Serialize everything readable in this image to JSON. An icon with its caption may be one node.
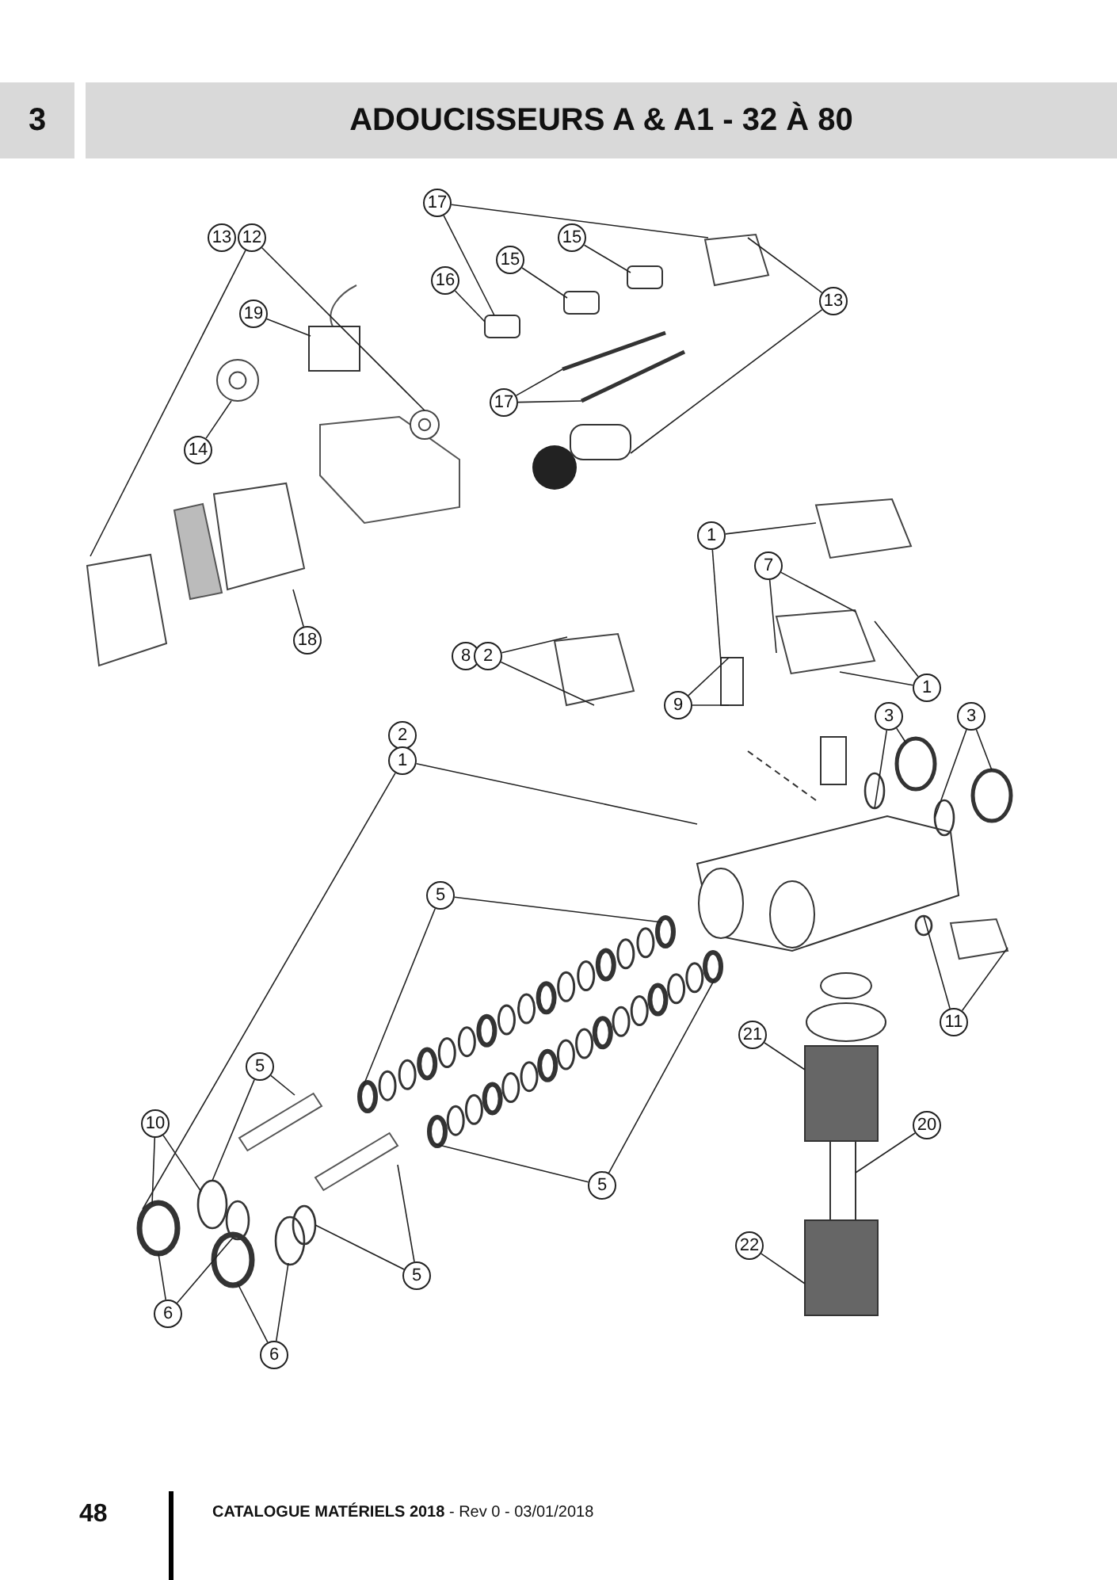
{
  "diagram": {
    "title": "ADOUCISSEURS A & A1 - 32 À 80",
    "nodes": [
      {
        "text": [
          "17"
        ]
      },
      {
        "text": [
          "13"
        ]
      },
      {
        "text": [
          "12"
        ]
      },
      {
        "text": [
          "15"
        ]
      },
      {
        "text": [
          "15"
        ]
      },
      {
        "text": [
          "16"
        ]
      },
      {
        "text": [
          "19"
        ]
      },
      {
        "text": [
          "13"
        ]
      },
      {
        "text": [
          "17"
        ]
      },
      {
        "text": [
          "14"
        ]
      },
      {
        "text": [
          "18"
        ]
      },
      {
        "text": [
          "1"
        ]
      },
      {
        "text": [
          "7"
        ]
      },
      {
        "text": [
          "8"
        ]
      },
      {
        "text": [
          "2"
        ]
      },
      {
        "text": [
          "1"
        ]
      },
      {
        "text": [
          "9"
        ]
      },
      {
        "text": [
          "2"
        ]
      },
      {
        "text": [
          "1"
        ]
      },
      {
        "text": [
          "3"
        ]
      },
      {
        "text": [
          "3"
        ]
      },
      {
        "text": [
          "5"
        ]
      },
      {
        "text": [
          "11"
        ]
      },
      {
        "text": [
          "21"
        ]
      },
      {
        "text": [
          "5"
        ]
      },
      {
        "text": [
          "10"
        ]
      },
      {
        "text": [
          "20"
        ]
      },
      {
        "text": [
          "5"
        ]
      },
      {
        "text": [
          "22"
        ]
      },
      {
        "text": [
          "5"
        ]
      },
      {
        "text": [
          "6"
        ]
      },
      {
        "text": [
          "6"
        ]
      },
      {
        "text": [],
        "shape": "picture"
      },
      {
        "text": [],
        "shape": "box"
      },
      {
        "text": [],
        "shape": "picture"
      },
      {
        "text": [],
        "shape": "picture"
      },
      {
        "text": [],
        "shape": "picture"
      },
      {
        "text": [],
        "shape": "box"
      },
      {
        "text": [],
        "shape": "box"
      },
      {
        "text": [],
        "shape": "box"
      },
      {
        "text": [],
        "shape": "picture"
      },
      {
        "text": [],
        "shape": "picture"
      },
      {
        "text": [],
        "shape": "picture"
      },
      {
        "text": [],
        "shape": "picture"
      },
      {
        "text": [],
        "shape": "picture"
      },
      {
        "text": [],
        "shape": "picture"
      },
      {
        "text": [],
        "shape": "picture"
      },
      {
        "text": [],
        "shape": "box"
      },
      {
        "text": [],
        "shape": "picture"
      },
      {
        "text": [],
        "shape": "circle"
      },
      {
        "text": [],
        "shape": "circle"
      },
      {
        "text": [],
        "shape": "circle"
      },
      {
        "text": [],
        "shape": "circle"
      },
      {
        "text": [],
        "shape": "circle"
      },
      {
        "text": [],
        "shape": "picture"
      },
      {
        "text": [],
        "shape": "circle"
      },
      {
        "text": [],
        "shape": "circle"
      },
      {
        "text": [],
        "shape": "circle"
      },
      {
        "text": [],
        "shape": "circle"
      },
      {
        "text": [],
        "shape": "picture"
      },
      {
        "text": [],
        "shape": "picture"
      },
      {
        "text": [],
        "shape": "box"
      },
      {
        "text": [],
        "shape": "box"
      },
      {
        "text": [],
        "shape": "box"
      },
      {
        "text": [],
        "shape": "circle"
      },
      {
        "text": [],
        "shape": "circle"
      },
      {
        "text": [],
        "shape": "circle"
      },
      {
        "text": [],
        "shape": "circle"
      },
      {
        "text": [],
        "shape": "circle"
      },
      {
        "text": [],
        "shape": "circle"
      }
    ],
    "edges": [
      {
        "from": 0,
        "to": 37,
        "arrow": "none"
      },
      {
        "from": 0,
        "to": 40,
        "arrow": "none"
      },
      {
        "from": 2,
        "to": 32,
        "arrow": "none"
      },
      {
        "from": 2,
        "to": 35,
        "arrow": "none"
      },
      {
        "from": 3,
        "to": 39,
        "arrow": "none"
      },
      {
        "from": 4,
        "to": 38,
        "arrow": "none"
      },
      {
        "from": 5,
        "to": 37,
        "arrow": "none"
      },
      {
        "from": 6,
        "to": 33,
        "arrow": "none"
      },
      {
        "from": 7,
        "to": 40,
        "arrow": "none"
      },
      {
        "from": 7,
        "to": 43,
        "arrow": "none"
      },
      {
        "from": 8,
        "to": 41,
        "arrow": "none"
      },
      {
        "from": 8,
        "to": 42,
        "arrow": "none"
      },
      {
        "from": 9,
        "to": 34,
        "arrow": "none"
      },
      {
        "from": 10,
        "to": 36,
        "arrow": "none"
      },
      {
        "from": 11,
        "to": 44,
        "arrow": "none"
      },
      {
        "from": 11,
        "to": 47,
        "arrow": "none"
      },
      {
        "from": 12,
        "to": 45,
        "arrow": "none"
      },
      {
        "from": 12,
        "to": 45,
        "arrow": "none"
      },
      {
        "from": 14,
        "to": 46,
        "arrow": "none"
      },
      {
        "from": 14,
        "to": 46,
        "arrow": "none"
      },
      {
        "from": 15,
        "to": 45,
        "arrow": "none"
      },
      {
        "from": 15,
        "to": 45,
        "arrow": "none"
      },
      {
        "from": 16,
        "to": 47,
        "arrow": "none"
      },
      {
        "from": 16,
        "to": 47,
        "arrow": "none"
      },
      {
        "from": 18,
        "to": 48,
        "arrow": "none"
      },
      {
        "from": 18,
        "to": 68,
        "arrow": "none"
      },
      {
        "from": 19,
        "to": 49,
        "arrow": "none"
      },
      {
        "from": 19,
        "to": 50,
        "arrow": "none"
      },
      {
        "from": 20,
        "to": 51,
        "arrow": "none"
      },
      {
        "from": 20,
        "to": 52,
        "arrow": "none"
      },
      {
        "from": 21,
        "to": 55,
        "arrow": "none"
      },
      {
        "from": 21,
        "to": 57,
        "arrow": "none"
      },
      {
        "from": 22,
        "to": 53,
        "arrow": "none"
      },
      {
        "from": 22,
        "to": 54,
        "arrow": "none"
      },
      {
        "from": 23,
        "to": 61,
        "arrow": "none"
      },
      {
        "from": 24,
        "to": 64,
        "arrow": "none"
      },
      {
        "from": 24,
        "to": 59,
        "arrow": "none"
      },
      {
        "from": 25,
        "to": 68,
        "arrow": "none"
      },
      {
        "from": 25,
        "to": 64,
        "arrow": "none"
      },
      {
        "from": 26,
        "to": 62,
        "arrow": "none"
      },
      {
        "from": 27,
        "to": 56,
        "arrow": "none"
      },
      {
        "from": 27,
        "to": 58,
        "arrow": "none"
      },
      {
        "from": 28,
        "to": 63,
        "arrow": "none"
      },
      {
        "from": 29,
        "to": 67,
        "arrow": "none"
      },
      {
        "from": 29,
        "to": 60,
        "arrow": "none"
      },
      {
        "from": 30,
        "to": 68,
        "arrow": "none"
      },
      {
        "from": 30,
        "to": 65,
        "arrow": "none"
      },
      {
        "from": 31,
        "to": 69,
        "arrow": "none"
      },
      {
        "from": 31,
        "to": 66,
        "arrow": "none"
      }
    ],
    "labels": [
      "3",
      "48",
      "**CATALOGUE MATÉRIELS 2018** - Rev 0 - 03/01/2018"
    ]
  }
}
